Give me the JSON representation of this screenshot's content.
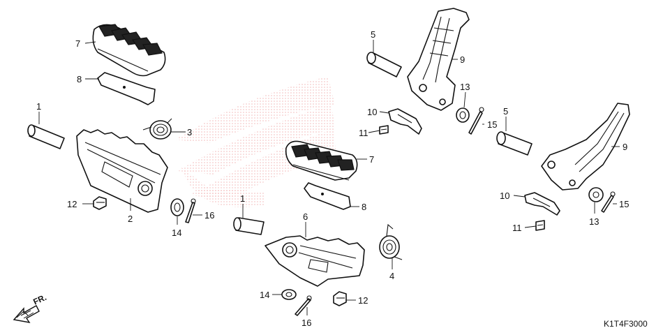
{
  "diagram": {
    "callouts": {
      "c1a": "1",
      "c2": "2",
      "c3": "3",
      "c12a": "12",
      "c14a": "14",
      "c16a": "16",
      "c7a": "7",
      "c8a": "8",
      "c5a": "5",
      "c9a": "9",
      "c13a": "13",
      "c10a": "10",
      "c11a": "11",
      "c15a": "15",
      "c7b": "7",
      "c8b": "8",
      "c1b": "1",
      "c6": "6",
      "c4": "4",
      "c14b": "14",
      "c16b": "16",
      "c12b": "12",
      "c5b": "5",
      "c9b": "9",
      "c10b": "10",
      "c11b": "11",
      "c13b": "13",
      "c15b": "15"
    },
    "direction_label": "FR.",
    "drawing_code": "K1T4F3000"
  },
  "colors": {
    "ink": "#111111",
    "watermark": "#f2b8b8",
    "paper": "#ffffff"
  },
  "icons": {
    "direction": "front-arrow-icon",
    "watermark": "wing-logo-watermark"
  }
}
